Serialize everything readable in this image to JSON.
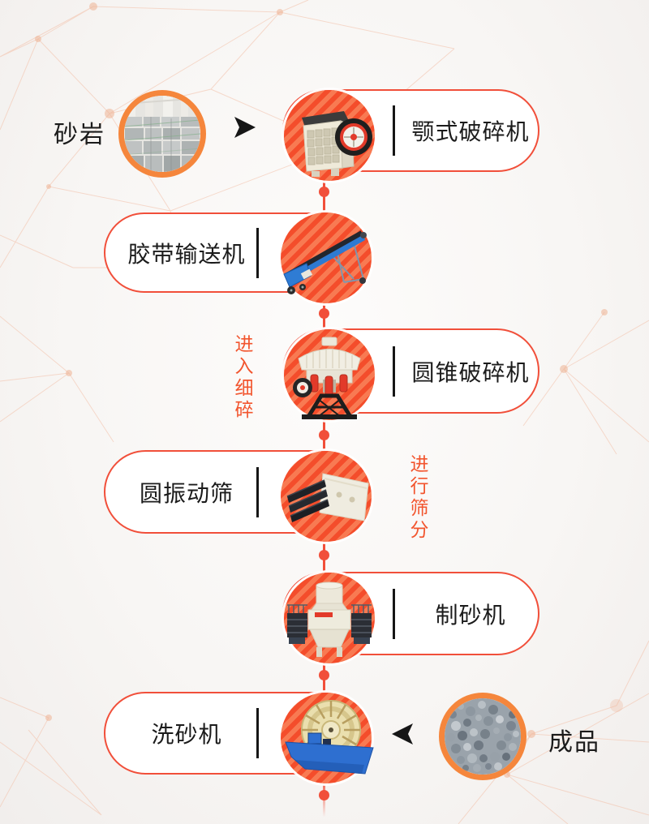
{
  "colors": {
    "accent": "#f14f3a",
    "accent-orange": "#f5863c",
    "annotation": "#f2552e",
    "stripe-dark": "#f44d2b",
    "stripe-light": "#f87a52",
    "text": "#1b1b1b"
  },
  "flow": {
    "source": {
      "label": "砂岩",
      "image": "sandstone-photo"
    },
    "steps": [
      {
        "label": "颚式破碎机",
        "icon": "jaw-crusher-icon"
      },
      {
        "label": "胶带输送机",
        "icon": "belt-conveyor-icon"
      },
      {
        "label": "圆锥破碎机",
        "icon": "cone-crusher-icon"
      },
      {
        "label": "圆振动筛",
        "icon": "vibrating-screen-icon"
      },
      {
        "label": "制砂机",
        "icon": "sand-maker-icon"
      },
      {
        "label": "洗砂机",
        "icon": "sand-washer-icon"
      }
    ],
    "annotations": [
      {
        "text": "进入细碎"
      },
      {
        "text": "进行筛分"
      }
    ],
    "product": {
      "label": "成品",
      "image": "gravel-photo"
    }
  }
}
